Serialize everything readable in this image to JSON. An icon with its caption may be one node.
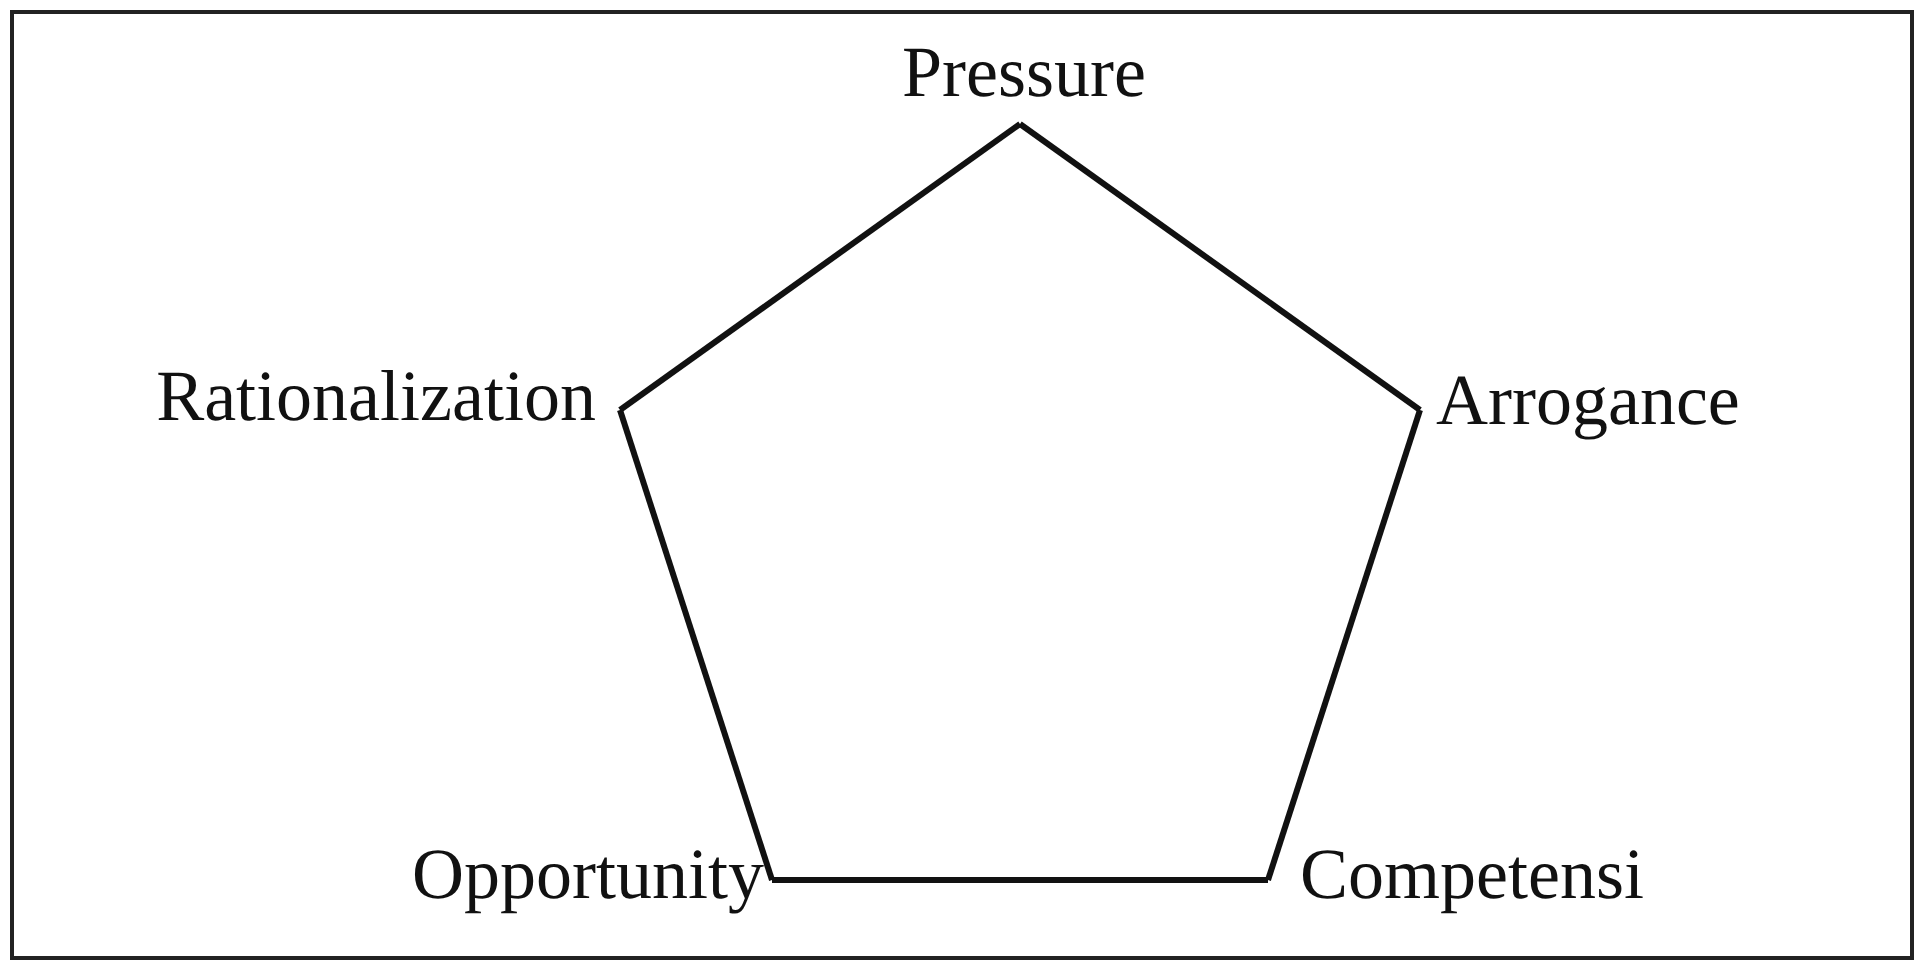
{
  "diagram": {
    "nodes": [
      {
        "text": [
          "Pressure"
        ]
      },
      {
        "text": [
          "Rationalization"
        ]
      },
      {
        "text": [
          "Arrogance"
        ]
      },
      {
        "text": [
          "Opportunity"
        ]
      },
      {
        "text": [
          "Competensi"
        ]
      }
    ],
    "edges": [
      {
        "from": 0,
        "to": 2,
        "arrow": "none"
      },
      {
        "from": 2,
        "to": 4,
        "arrow": "none"
      },
      {
        "from": 4,
        "to": 3,
        "arrow": "none"
      },
      {
        "from": 3,
        "to": 1,
        "arrow": "none"
      },
      {
        "from": 1,
        "to": 0,
        "arrow": "none"
      }
    ]
  }
}
